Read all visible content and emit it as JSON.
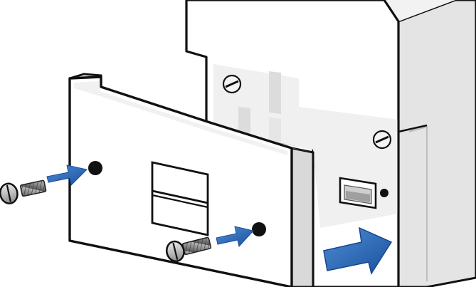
{
  "diagram": {
    "kind": "exploded installation illustration",
    "parts": [
      "wall-box",
      "mounting-screw",
      "front-faceplate",
      "faceplate-screw",
      "faceplate-screw-hole",
      "faceplate-window",
      "connector-socket"
    ],
    "arrows": [
      "screw-insert-arrow",
      "screw-insert-arrow",
      "slide-plate-arrow"
    ]
  },
  "colors": {
    "outline": "#111111",
    "arrow_blue_light": "#3d7cc8",
    "arrow_blue_dark": "#1d56a6",
    "box_face": "#ffffff",
    "box_shade": "#e6e6e6",
    "box_shade_dark": "#d2d2d2",
    "screw_metal": "#c9c9c9",
    "screw_thread": "#7a7a7a"
  }
}
